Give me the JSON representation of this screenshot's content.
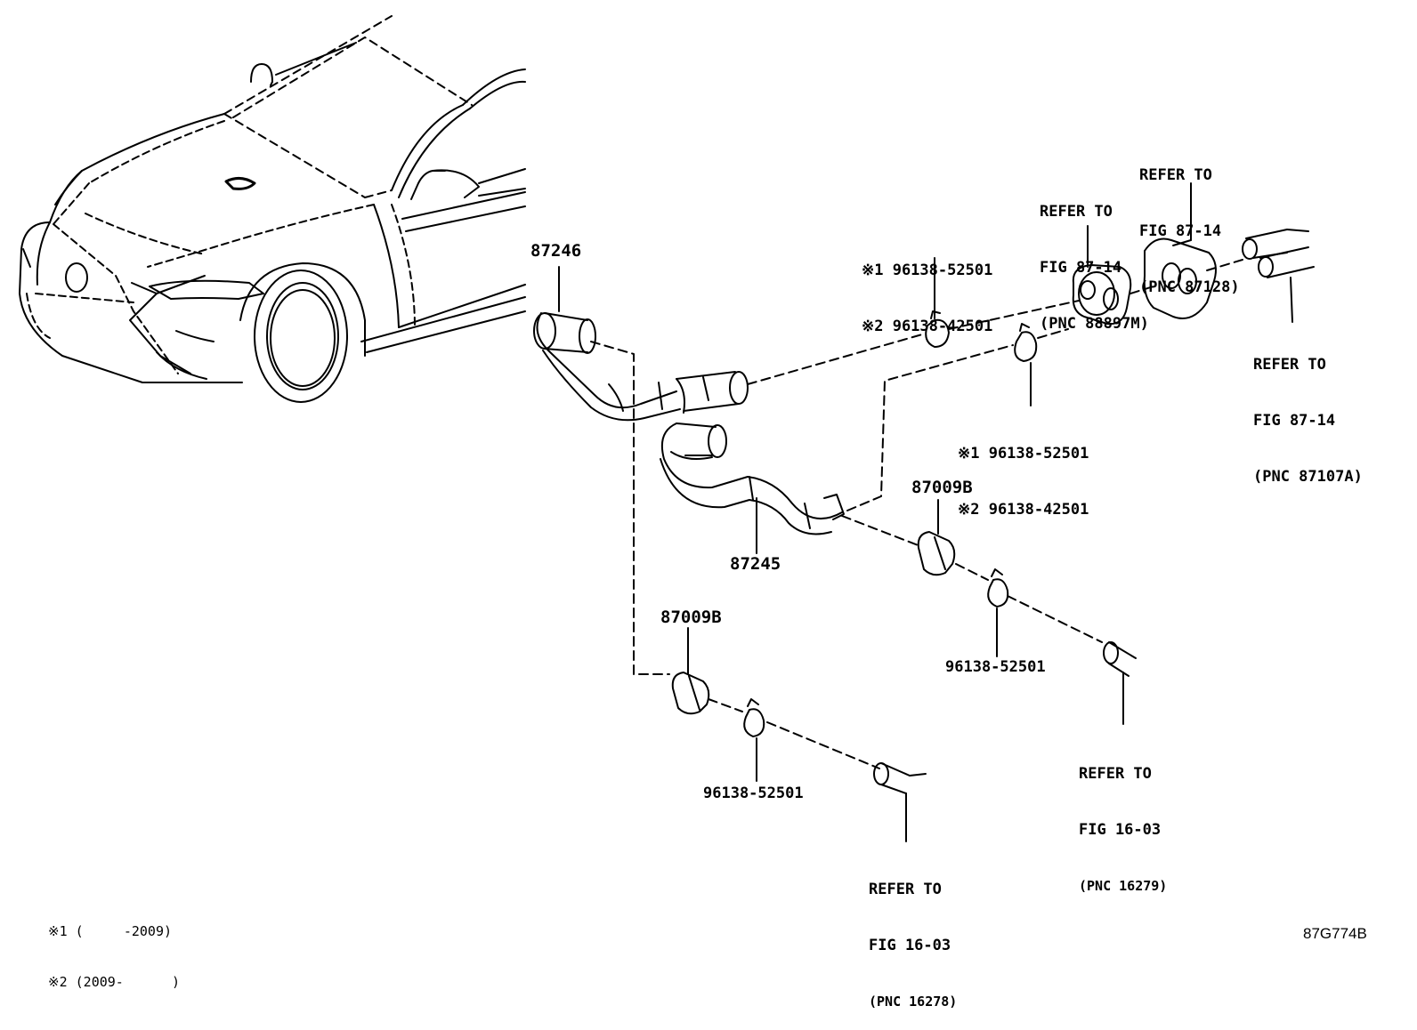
{
  "parts": {
    "p87246": "87246",
    "p87245": "87245",
    "p87009b_upper": "87009B",
    "p87009b_lower": "87009B",
    "clamp_mid_lower": "96138-52501",
    "clamp_bottom": "96138-52501"
  },
  "clamp_upper": {
    "line1": "※1 96138-52501",
    "line2": "※2 96138-42501"
  },
  "clamp_middle": {
    "line1": "※1 96138-52501",
    "line2": "※2 96138-42501"
  },
  "refer_88897m": {
    "line1": "REFER TO",
    "line2": "FIG 87-14",
    "line3": "(PNC 88897M)"
  },
  "refer_87128": {
    "line1": "REFER TO",
    "line2": "FIG 87-14",
    "line3": "(PNC 87128)"
  },
  "refer_87107a": {
    "line1": "REFER TO",
    "line2": "FIG 87-14",
    "line3": "(PNC 87107A)"
  },
  "refer_16279": {
    "line1": "REFER TO",
    "line2": "FIG 16-03",
    "line3": "(PNC 16279)"
  },
  "refer_16278": {
    "line1": "REFER TO",
    "line2": "FIG 16-03",
    "line3": "(PNC 16278)"
  },
  "legend": {
    "row1": "※1 (     -2009)",
    "row2": "※2 (2009-      )"
  },
  "figure_code": "87G774B"
}
